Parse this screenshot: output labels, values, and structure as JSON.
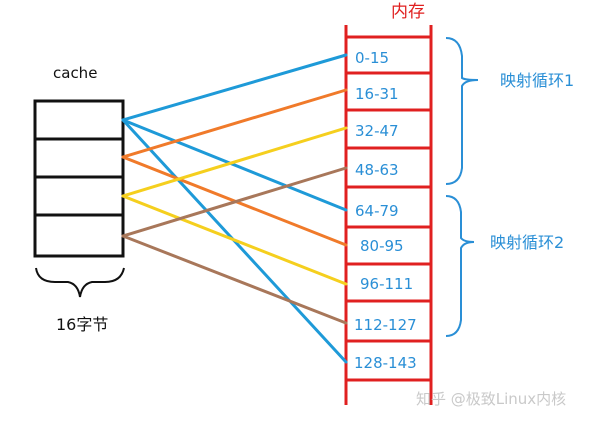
{
  "memory": {
    "title": "内存",
    "blocks": [
      "0-15",
      "16-31",
      "32-47",
      "48-63",
      "64-79",
      "80-95",
      "96-111",
      "112-127",
      "128-143"
    ]
  },
  "cache": {
    "title": "cache",
    "size_label": "16字节",
    "lines": 4
  },
  "cycles": [
    "映射循环1",
    "映射循环2"
  ],
  "watermark": "知乎 @极致Linux内核",
  "colors": {
    "memory_border": "#e02020",
    "blue": "#1e9ad8",
    "orange": "#f07a2a",
    "yellow": "#f5cf1e",
    "brown": "#a8775a",
    "brace": "#2a8fd6"
  },
  "mappings": [
    {
      "cache_line": 1,
      "block": "0-15",
      "color": "blue"
    },
    {
      "cache_line": 1,
      "block": "64-79",
      "color": "blue"
    },
    {
      "cache_line": 1,
      "block": "128-143",
      "color": "blue"
    },
    {
      "cache_line": 2,
      "block": "16-31",
      "color": "orange"
    },
    {
      "cache_line": 2,
      "block": "80-95",
      "color": "orange"
    },
    {
      "cache_line": 3,
      "block": "32-47",
      "color": "yellow"
    },
    {
      "cache_line": 3,
      "block": "96-111",
      "color": "yellow"
    },
    {
      "cache_line": 4,
      "block": "48-63",
      "color": "brown"
    },
    {
      "cache_line": 4,
      "block": "112-127",
      "color": "brown"
    }
  ]
}
